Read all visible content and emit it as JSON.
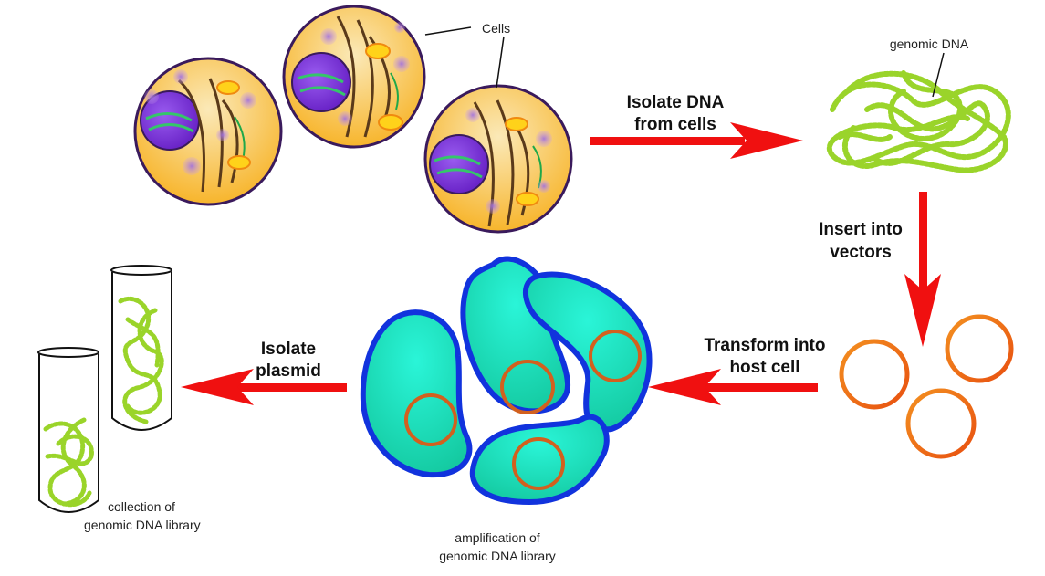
{
  "labels": {
    "cells": "Cells",
    "genomic_dna": "genomic DNA",
    "step1_line1": "Isolate DNA",
    "step1_line2": "from cells",
    "step2_line1": "Insert into",
    "step2_line2": "vectors",
    "step3_line1": "Transform into",
    "step3_line2": "host cell",
    "step4_line1": "Isolate",
    "step4_line2": "plasmid",
    "amplification_line1": "amplification of",
    "amplification_line2": "genomic DNA library",
    "collection_line1": "collection of",
    "collection_line2": "genomic DNA library"
  },
  "colors": {
    "arrow": "#f01010",
    "cell_fill": "#f9c95a",
    "cell_outline": "#3a1a5c",
    "nucleus": "#7a2fd8",
    "chromosome": "#5a3a1a",
    "dna_strand": "#9ad42a",
    "plasmid": "#ee6a10",
    "host_fill": "#19d6b0",
    "host_outline": "#1133dd",
    "host_plasmid": "#d2601e"
  }
}
